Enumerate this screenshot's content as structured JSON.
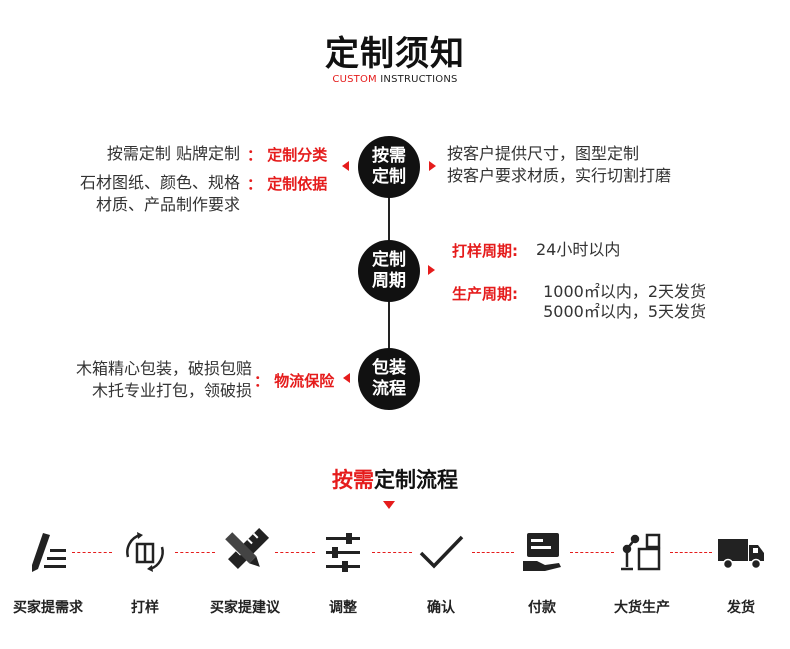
{
  "header": {
    "title": "定制须知",
    "subtitle_red": "CUSTOM",
    "subtitle_rest": " INSTRUCTIONS"
  },
  "sections": {
    "custom": {
      "circle": [
        "按需",
        "定制"
      ],
      "left_lines": [
        "按需定制  贴牌定制",
        "石材图纸、颜色、规格",
        "材质、产品制作要求"
      ],
      "left_labels": [
        "定制分类",
        "定制依据"
      ],
      "right_lines": [
        "按客户提供尺寸，图型定制",
        "按客户要求材质，实行切割打磨"
      ]
    },
    "period": {
      "circle": [
        "定制",
        "周期"
      ],
      "sample_label": "打样周期:",
      "sample_value": "24小时以内",
      "production_label": "生产周期:",
      "production_lines": [
        "1000㎡以内，2天发货",
        "5000㎡以内，5天发货"
      ]
    },
    "logistics": {
      "circle": [
        "包装",
        "流程"
      ],
      "left_lines": [
        "木箱精心包装，破损包赔",
        "木托专业打包，领破损"
      ],
      "label": "物流保险"
    }
  },
  "process": {
    "title_red": "按需",
    "title_rest": "定制流程",
    "steps": [
      {
        "label": "买家提需求",
        "icon": "pen-list-icon"
      },
      {
        "label": "打样",
        "icon": "cube-rotate-icon"
      },
      {
        "label": "买家提建议",
        "icon": "pencil-ruler-icon"
      },
      {
        "label": "调整",
        "icon": "sliders-icon"
      },
      {
        "label": "确认",
        "icon": "checkmark-icon"
      },
      {
        "label": "付款",
        "icon": "card-hand-icon"
      },
      {
        "label": "大货生产",
        "icon": "factory-arm-icon"
      },
      {
        "label": "发货",
        "icon": "truck-icon"
      }
    ]
  },
  "colors": {
    "accent": "#e51c1c",
    "dark": "#111111",
    "text": "#333333"
  }
}
